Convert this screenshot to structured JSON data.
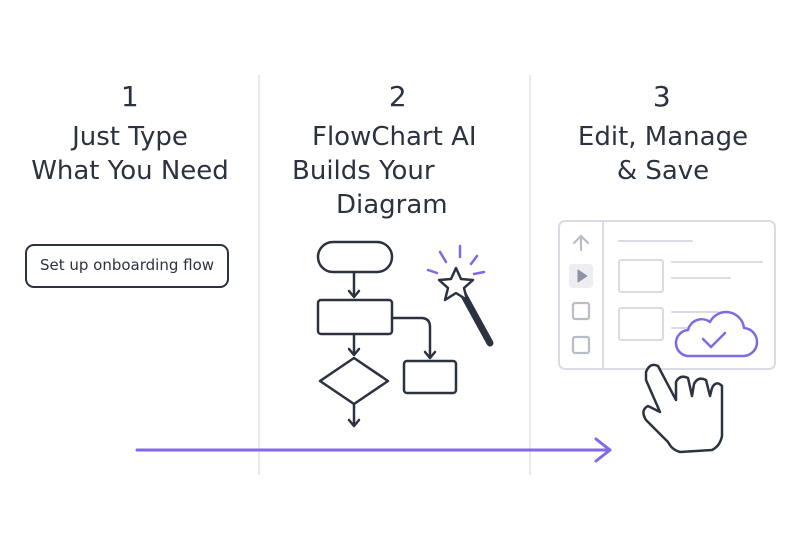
{
  "steps": [
    {
      "number": "1",
      "title_lines": [
        "Just Type",
        "What You Need"
      ],
      "prompt_text": "Set up onboarding flow"
    },
    {
      "number": "2",
      "title_lines": [
        "FlowChart AI",
        "Builds Your",
        "Diagram"
      ]
    },
    {
      "number": "3",
      "title_lines": [
        "Edit, Manage",
        "& Save"
      ]
    }
  ],
  "icons": [
    "flowchart-icon",
    "magic-wand-icon",
    "editor-window-icon",
    "cloud-check-icon",
    "pointing-hand-icon",
    "progress-arrow"
  ],
  "colors": {
    "text": "#2b3240",
    "accent": "#8168e6",
    "divider": "#e7e9ee",
    "panel_line": "#d9dce3"
  }
}
